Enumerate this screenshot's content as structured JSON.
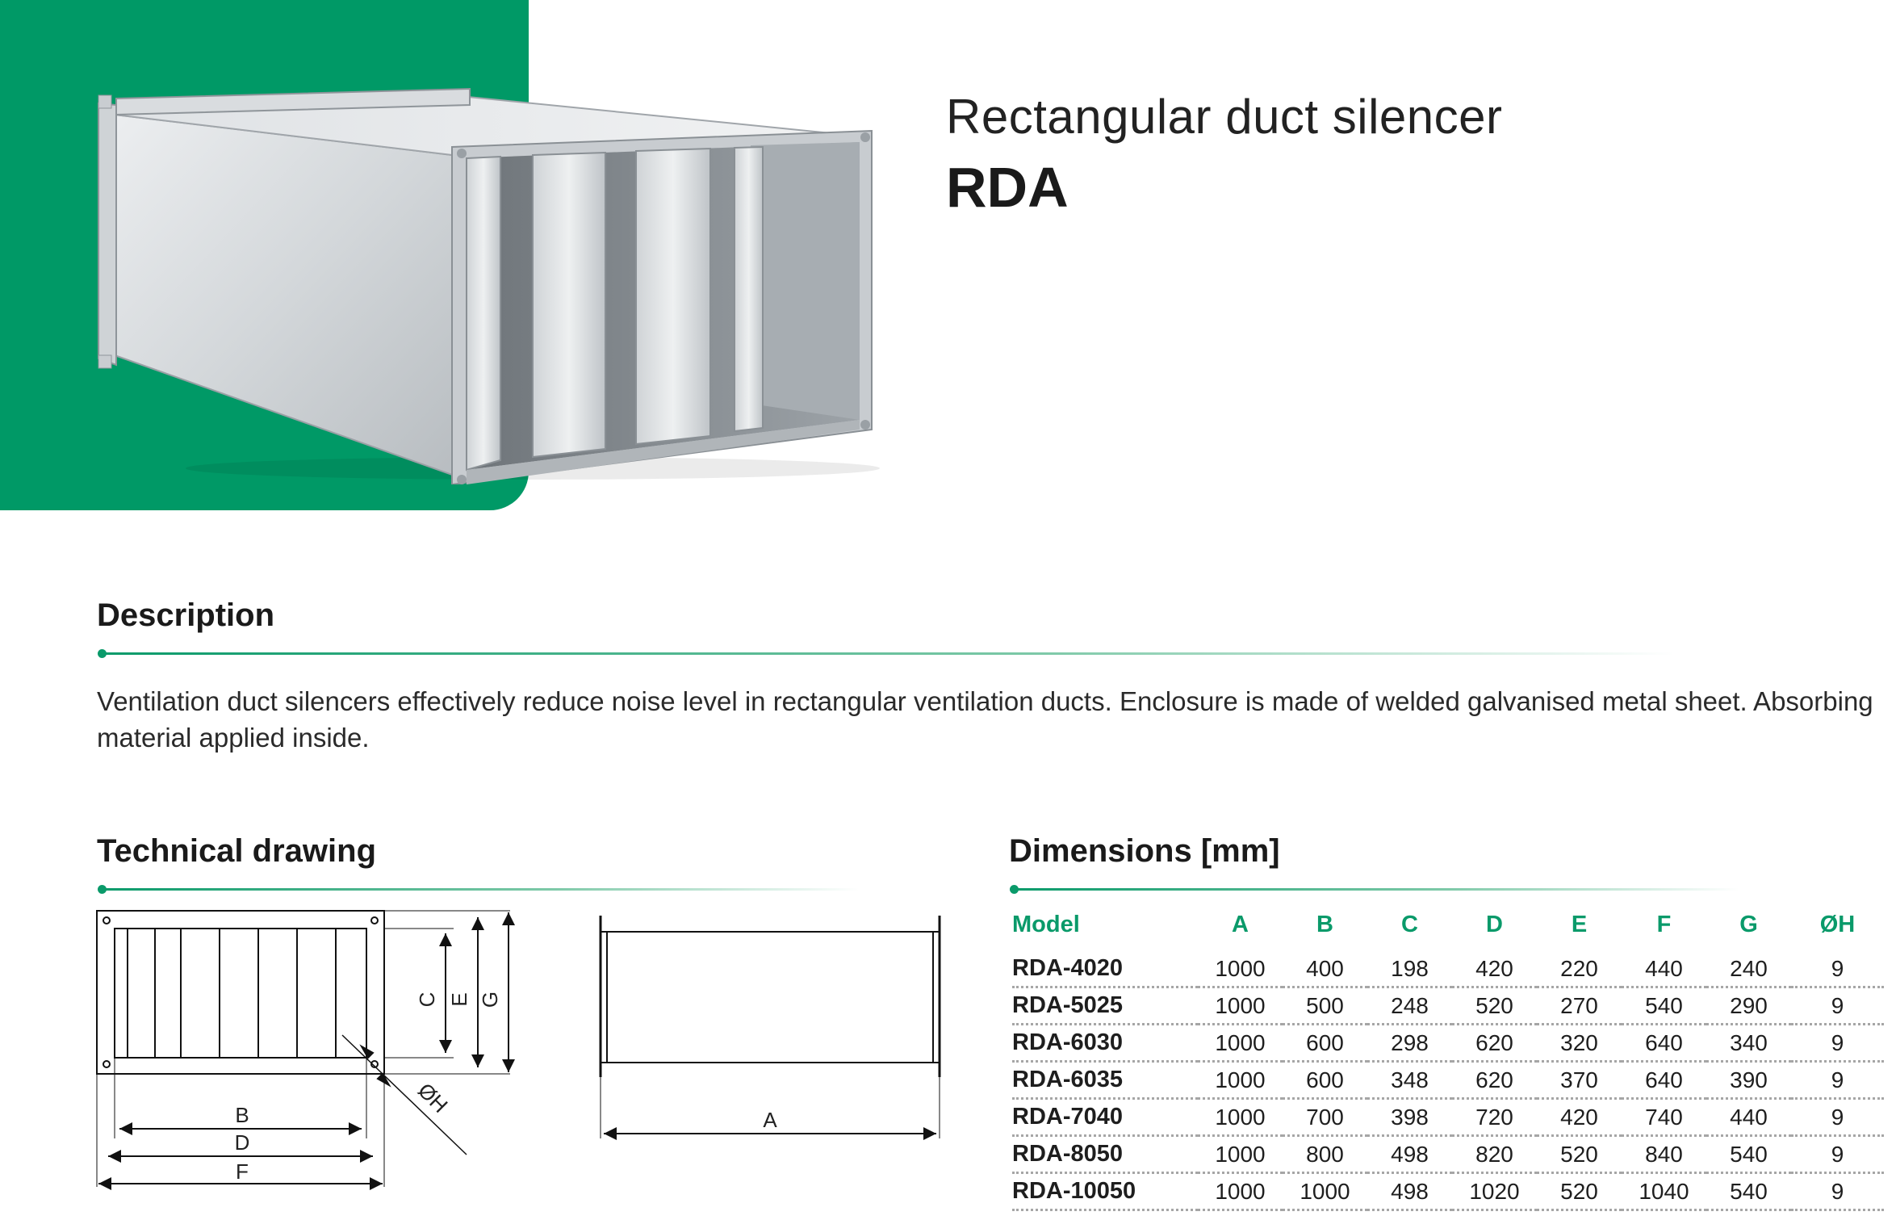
{
  "product": {
    "subtitle": "Rectangular duct silencer",
    "name": "RDA"
  },
  "description": {
    "title": "Description",
    "text": "Ventilation duct silencers effectively reduce noise level in rectangular ventilation ducts. Enclosure is made of welded galvanised metal sheet. Absorbing material applied inside."
  },
  "technical_drawing": {
    "title": "Technical drawing",
    "labels": {
      "A": "A",
      "B": "B",
      "C": "C",
      "D": "D",
      "E": "E",
      "F": "F",
      "G": "G",
      "H": "ØH"
    }
  },
  "dimensions": {
    "title": "Dimensions [mm]",
    "columns": [
      "Model",
      "A",
      "B",
      "C",
      "D",
      "E",
      "F",
      "G",
      "ØH"
    ],
    "rows": [
      [
        "RDA-4020",
        "1000",
        "400",
        "198",
        "420",
        "220",
        "440",
        "240",
        "9"
      ],
      [
        "RDA-5025",
        "1000",
        "500",
        "248",
        "520",
        "270",
        "540",
        "290",
        "9"
      ],
      [
        "RDA-6030",
        "1000",
        "600",
        "298",
        "620",
        "320",
        "640",
        "340",
        "9"
      ],
      [
        "RDA-6035",
        "1000",
        "600",
        "348",
        "620",
        "370",
        "640",
        "390",
        "9"
      ],
      [
        "RDA-7040",
        "1000",
        "700",
        "398",
        "720",
        "420",
        "740",
        "440",
        "9"
      ],
      [
        "RDA-8050",
        "1000",
        "800",
        "498",
        "820",
        "520",
        "840",
        "540",
        "9"
      ],
      [
        "RDA-10050",
        "1000",
        "1000",
        "498",
        "1020",
        "520",
        "1040",
        "540",
        "9"
      ]
    ]
  },
  "colors": {
    "brand": "#009966",
    "accent": "#0a9a6a"
  }
}
